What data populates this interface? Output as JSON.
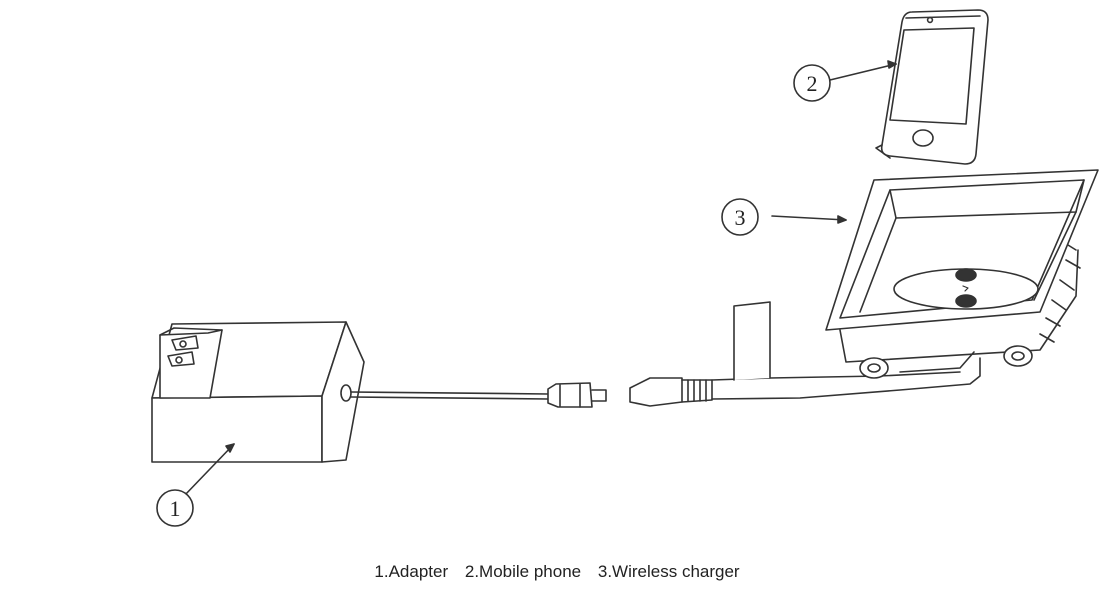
{
  "callouts": {
    "adapter": "1",
    "phone": "2",
    "charger": "3"
  },
  "caption": {
    "adapter": "1.Adapter",
    "phone": "2.Mobile phone",
    "charger": "3.Wireless charger"
  },
  "colors": {
    "line": "#333333",
    "background": "#ffffff"
  }
}
